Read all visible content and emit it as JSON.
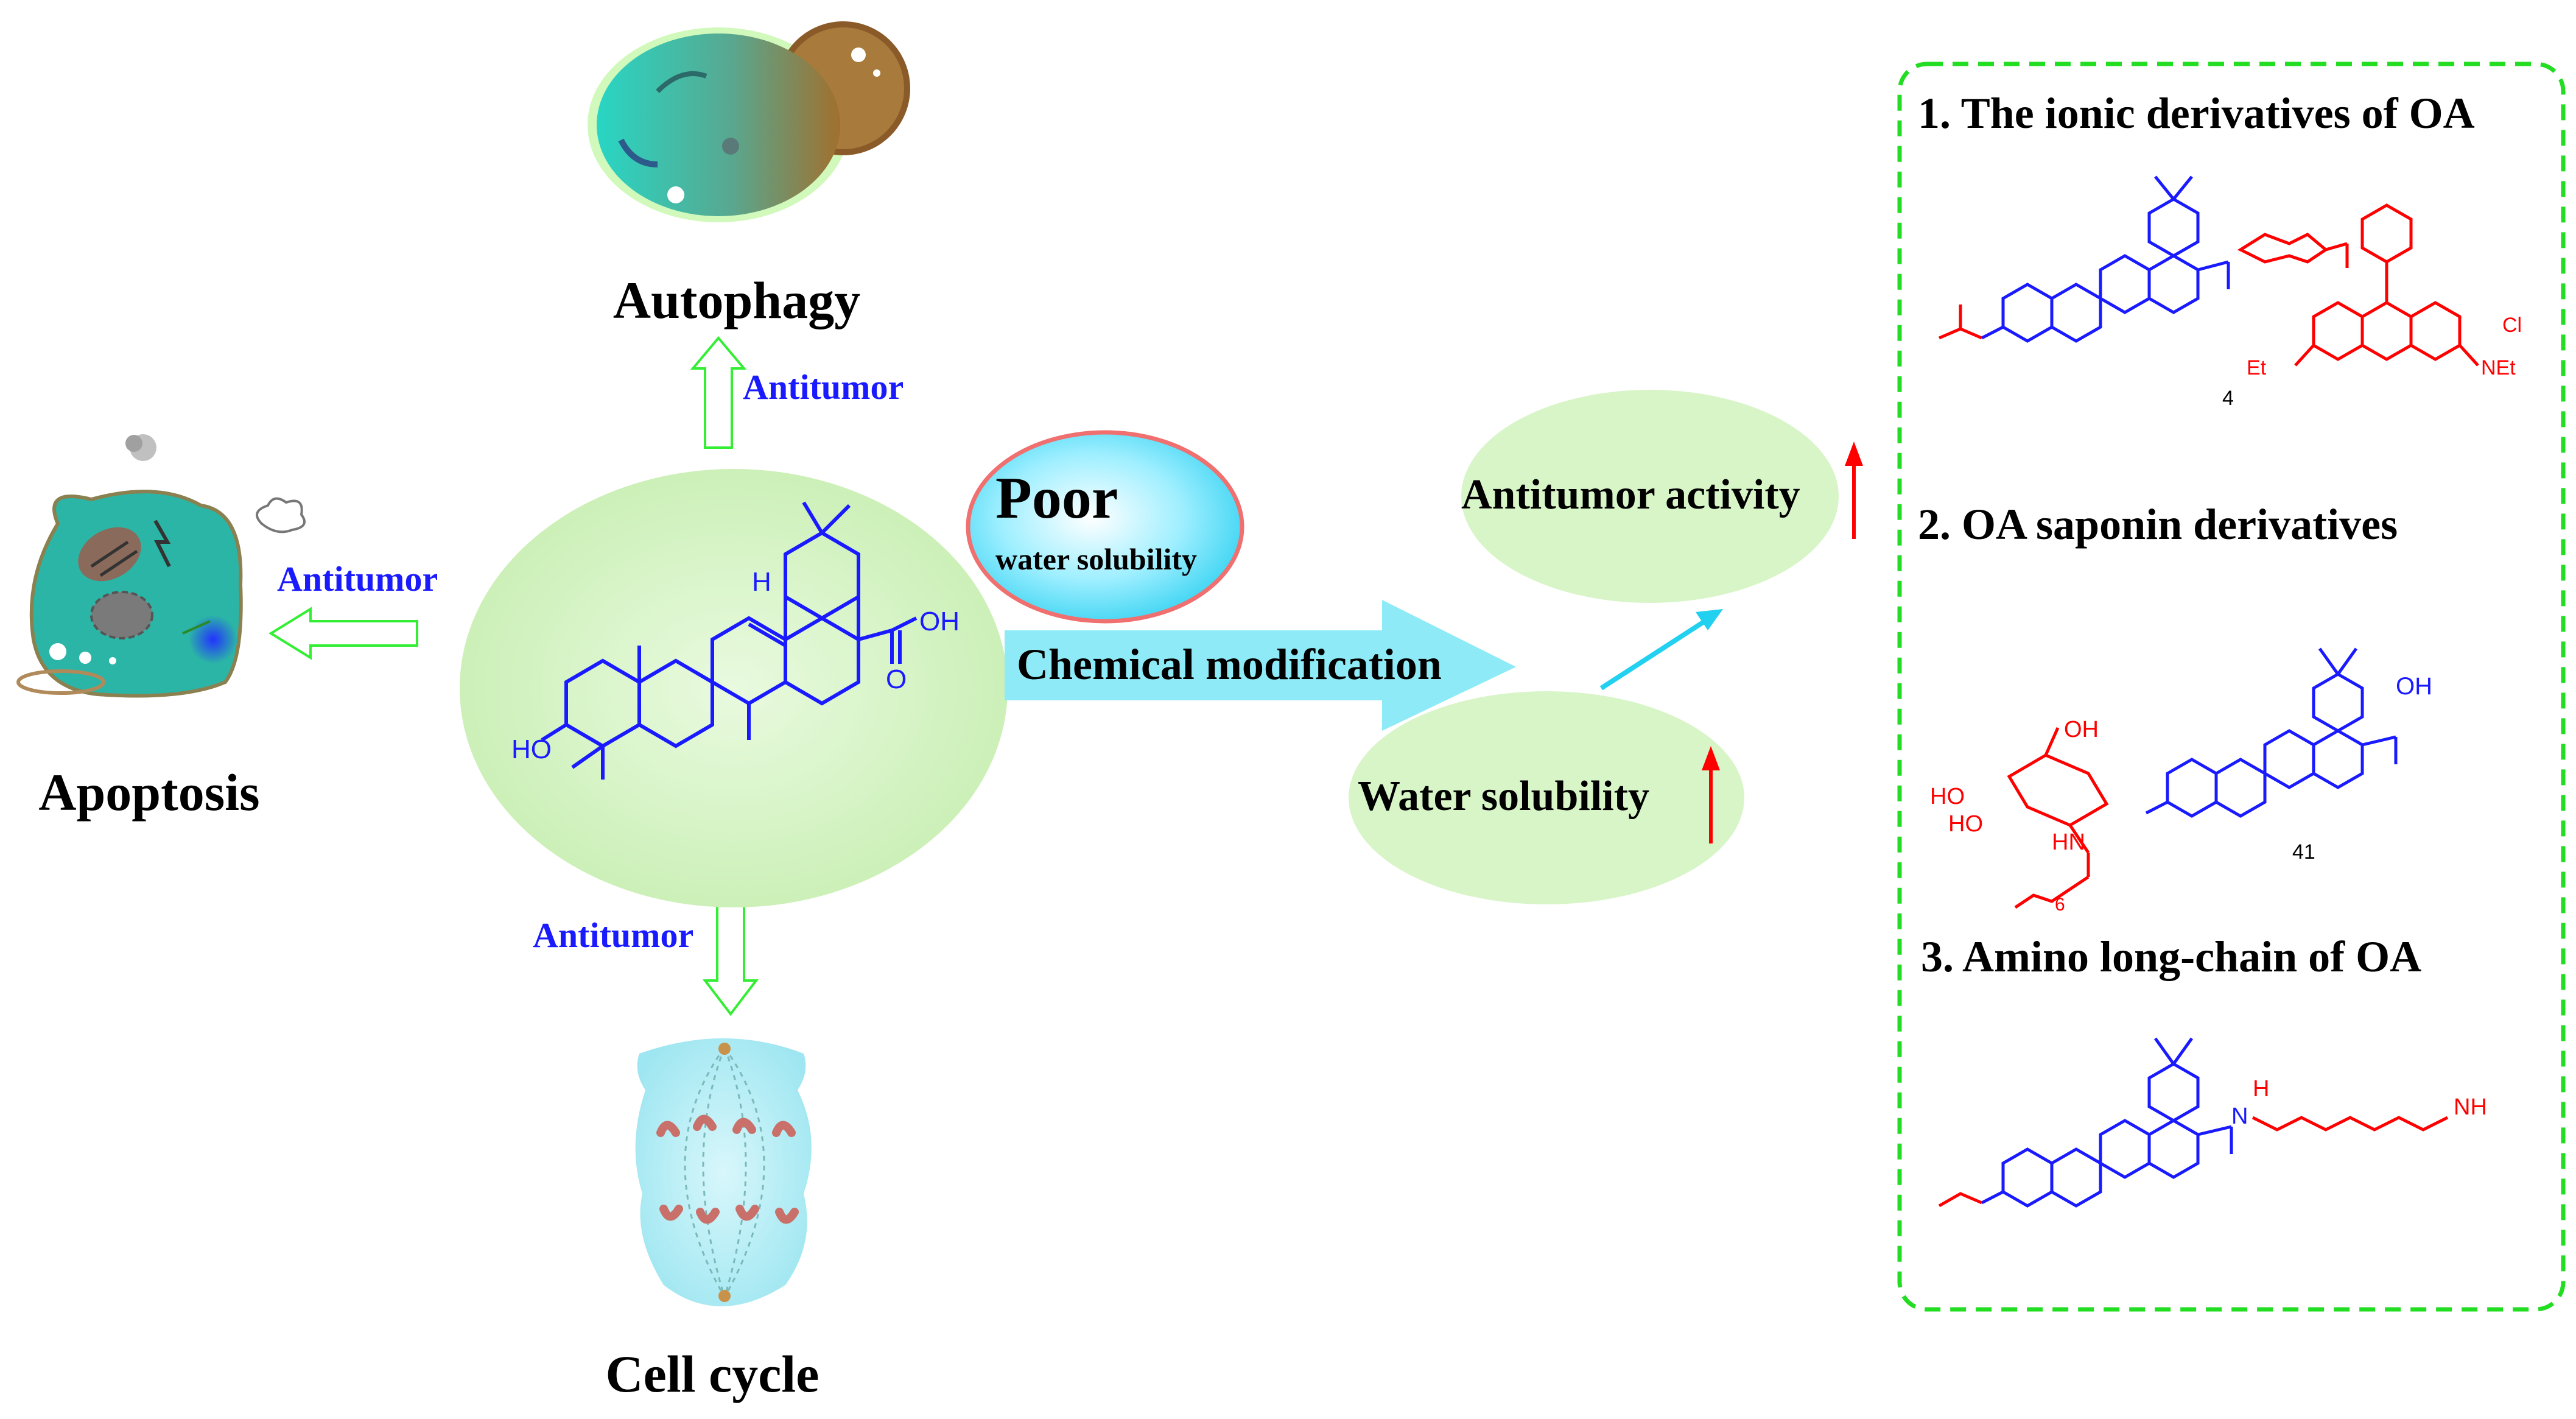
{
  "labels": {
    "autophagy": "Autophagy",
    "apoptosis": "Apoptosis",
    "cell_cycle": "Cell cycle",
    "antitumor_top": "Antitumor",
    "antitumor_left": "Antitumor",
    "antitumor_bottom": "Antitumor",
    "poor": "Poor",
    "water_solubility_small": "water solubility",
    "chemical_modification": "Chemical modification",
    "antitumor_activity": "Antitumor activity",
    "water_solubility": "Water solubility"
  },
  "core_molecule": {
    "oh": "OH",
    "ho": "HO",
    "h": "H",
    "o": "O"
  },
  "derivatives_box": {
    "item1_title": "1. The ionic derivatives of OA",
    "item1_number": "4",
    "item1_cl": "Cl",
    "item1_et2n_left": "Et",
    "item1_net2_right": "NEt",
    "item2_title": "2. OA saponin derivatives",
    "item2_number": "41",
    "item2_oh": "OH",
    "item2_ho1": "HO",
    "item2_ho2": "HO",
    "item2_hn": "HN",
    "item2_sub": "6",
    "item3_title": "3. Amino long-chain of OA",
    "item3_nh2": "NH",
    "item3_h": "H",
    "item3_n": "N"
  },
  "colors": {
    "blue_text": "#1a1aff",
    "red": "#ff0000",
    "green_dash": "#22dd22",
    "ellipse_fill": "#d8f5c8",
    "arrow_cyan": "#8eeaf7"
  }
}
